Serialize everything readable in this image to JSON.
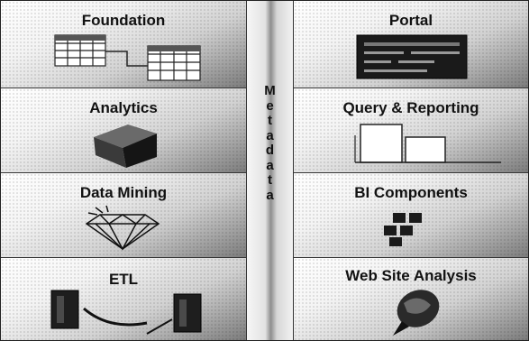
{
  "cells": {
    "foundation": "Foundation",
    "portal": "Portal",
    "analytics": "Analytics",
    "query_reporting": "Query & Reporting",
    "data_mining": "Data Mining",
    "bi_components": "BI Components",
    "etl": "ETL",
    "web_site_analysis": "Web Site Analysis"
  },
  "metadata": [
    "M",
    "e",
    "t",
    "a",
    "d",
    "a",
    "t",
    "a"
  ]
}
